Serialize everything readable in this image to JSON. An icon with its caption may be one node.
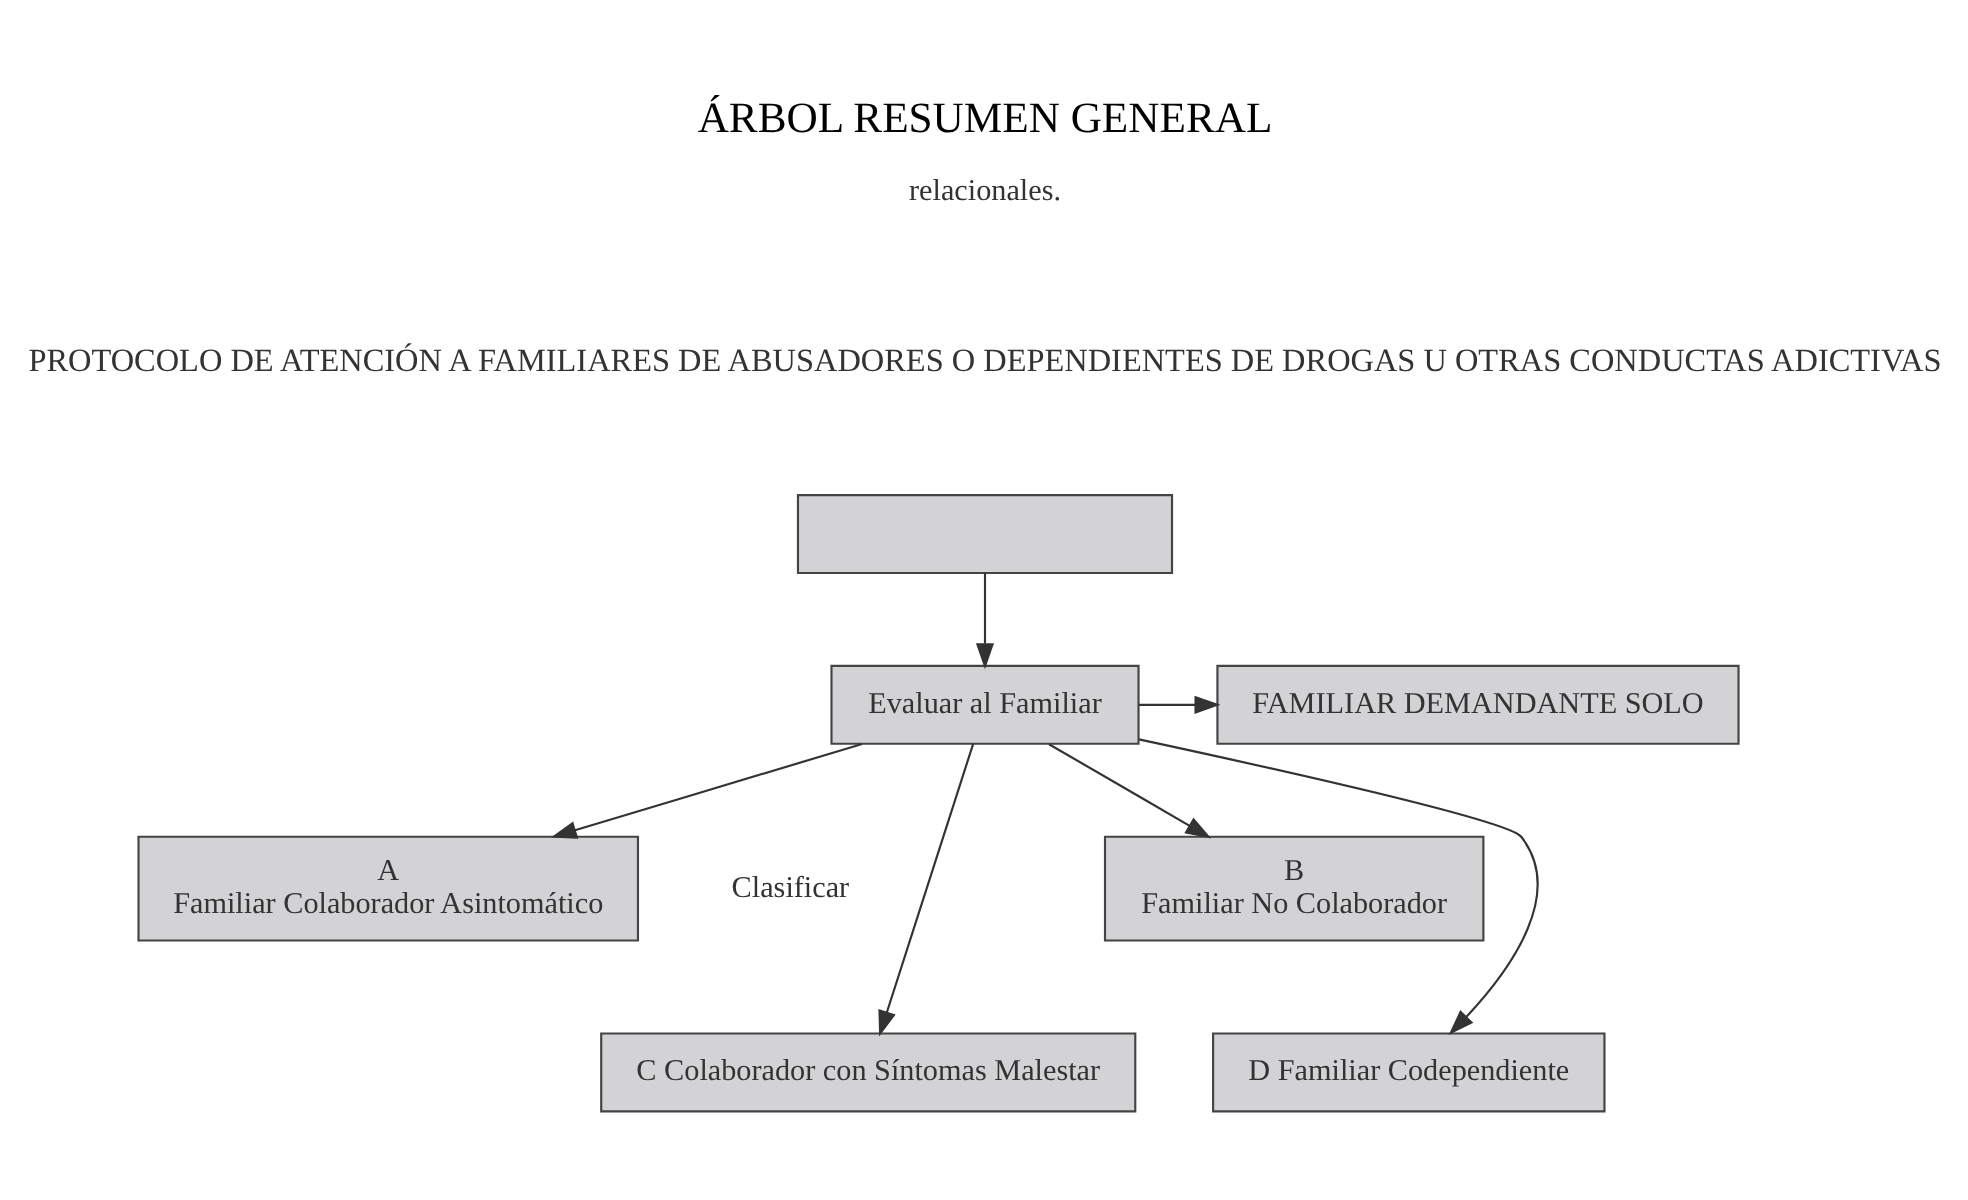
{
  "diagram": {
    "title": "ÁRBOL RESUMEN GENERAL",
    "nodes": [
      {
        "text": [],
        "shape": "box"
      },
      {
        "text": [
          "Evaluar al Familiar"
        ]
      },
      {
        "text": [
          "A",
          "Familiar Colaborador Asintomático"
        ]
      },
      {
        "text": [
          "B",
          "Familiar No Colaborador"
        ]
      },
      {
        "text": [
          "C Colaborador con Síntomas Malestar"
        ]
      },
      {
        "text": [
          "D Familiar Codependiente"
        ]
      },
      {
        "text": [
          "FAMILIAR DEMANDANTE SOLO"
        ]
      }
    ],
    "edges": [
      {
        "from": 0,
        "to": 1,
        "arrow": "to"
      },
      {
        "from": 1,
        "to": 2,
        "arrow": "to"
      },
      {
        "from": 1,
        "to": 3,
        "arrow": "to"
      },
      {
        "from": 1,
        "to": 4,
        "arrow": "to"
      },
      {
        "from": 1,
        "to": 5,
        "arrow": "to"
      },
      {
        "from": 1,
        "to": 6,
        "arrow": "to"
      }
    ],
    "labels": [
      "relacionales.",
      "PROTOCOLO DE ATENCIÓN A FAMILIARES DE ABUSADORES O DEPENDIENTES DE DROGAS U OTRAS CONDUCTAS ADICTIVAS",
      "Clasificar"
    ]
  }
}
